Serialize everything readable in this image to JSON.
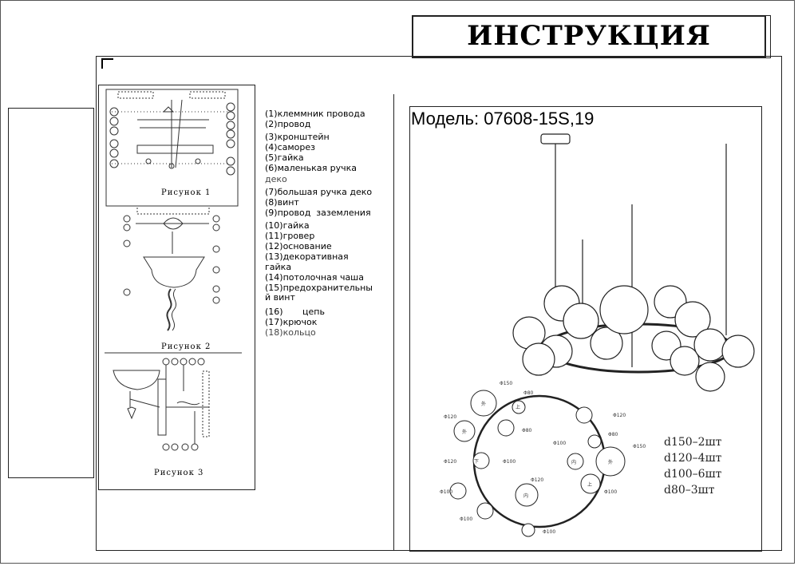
{
  "header": {
    "title": "ИНСТРУКЦИЯ"
  },
  "model": {
    "label": "Модель: 07608-15S,19"
  },
  "parts": [
    "(1)клеммник провода",
    "(2)провод",
    "(3)кронштейн",
    "(4)саморез",
    "(5)гайка",
    "(6)маленькая ручка",
    "деко",
    "(7)большая ручка деко",
    "(8)винт",
    "(9)провод  заземления",
    "(10)гайка",
    "(11)гровер",
    "(12)основание",
    "(13)декоративная",
    "гайка",
    "(14)потолочная чаша",
    "(15)предохранительны",
    "й винт",
    "(16)       цепь",
    "(17)крючок",
    "(18)кольцо"
  ],
  "figures": {
    "fig1": "Рисунок 1",
    "fig2": "Рисунок 2",
    "fig3": "Рисунок 3"
  },
  "bulb_counts": [
    "d150–2шт",
    "d120–4шт",
    "d100–6шт",
    "d80–3шт"
  ],
  "diagram_labels": {
    "d150": "Φ150",
    "d120": "Φ120",
    "d100": "Φ100",
    "d80": "Φ80",
    "outer": "外",
    "inner": "内",
    "up": "上",
    "down": "下"
  }
}
